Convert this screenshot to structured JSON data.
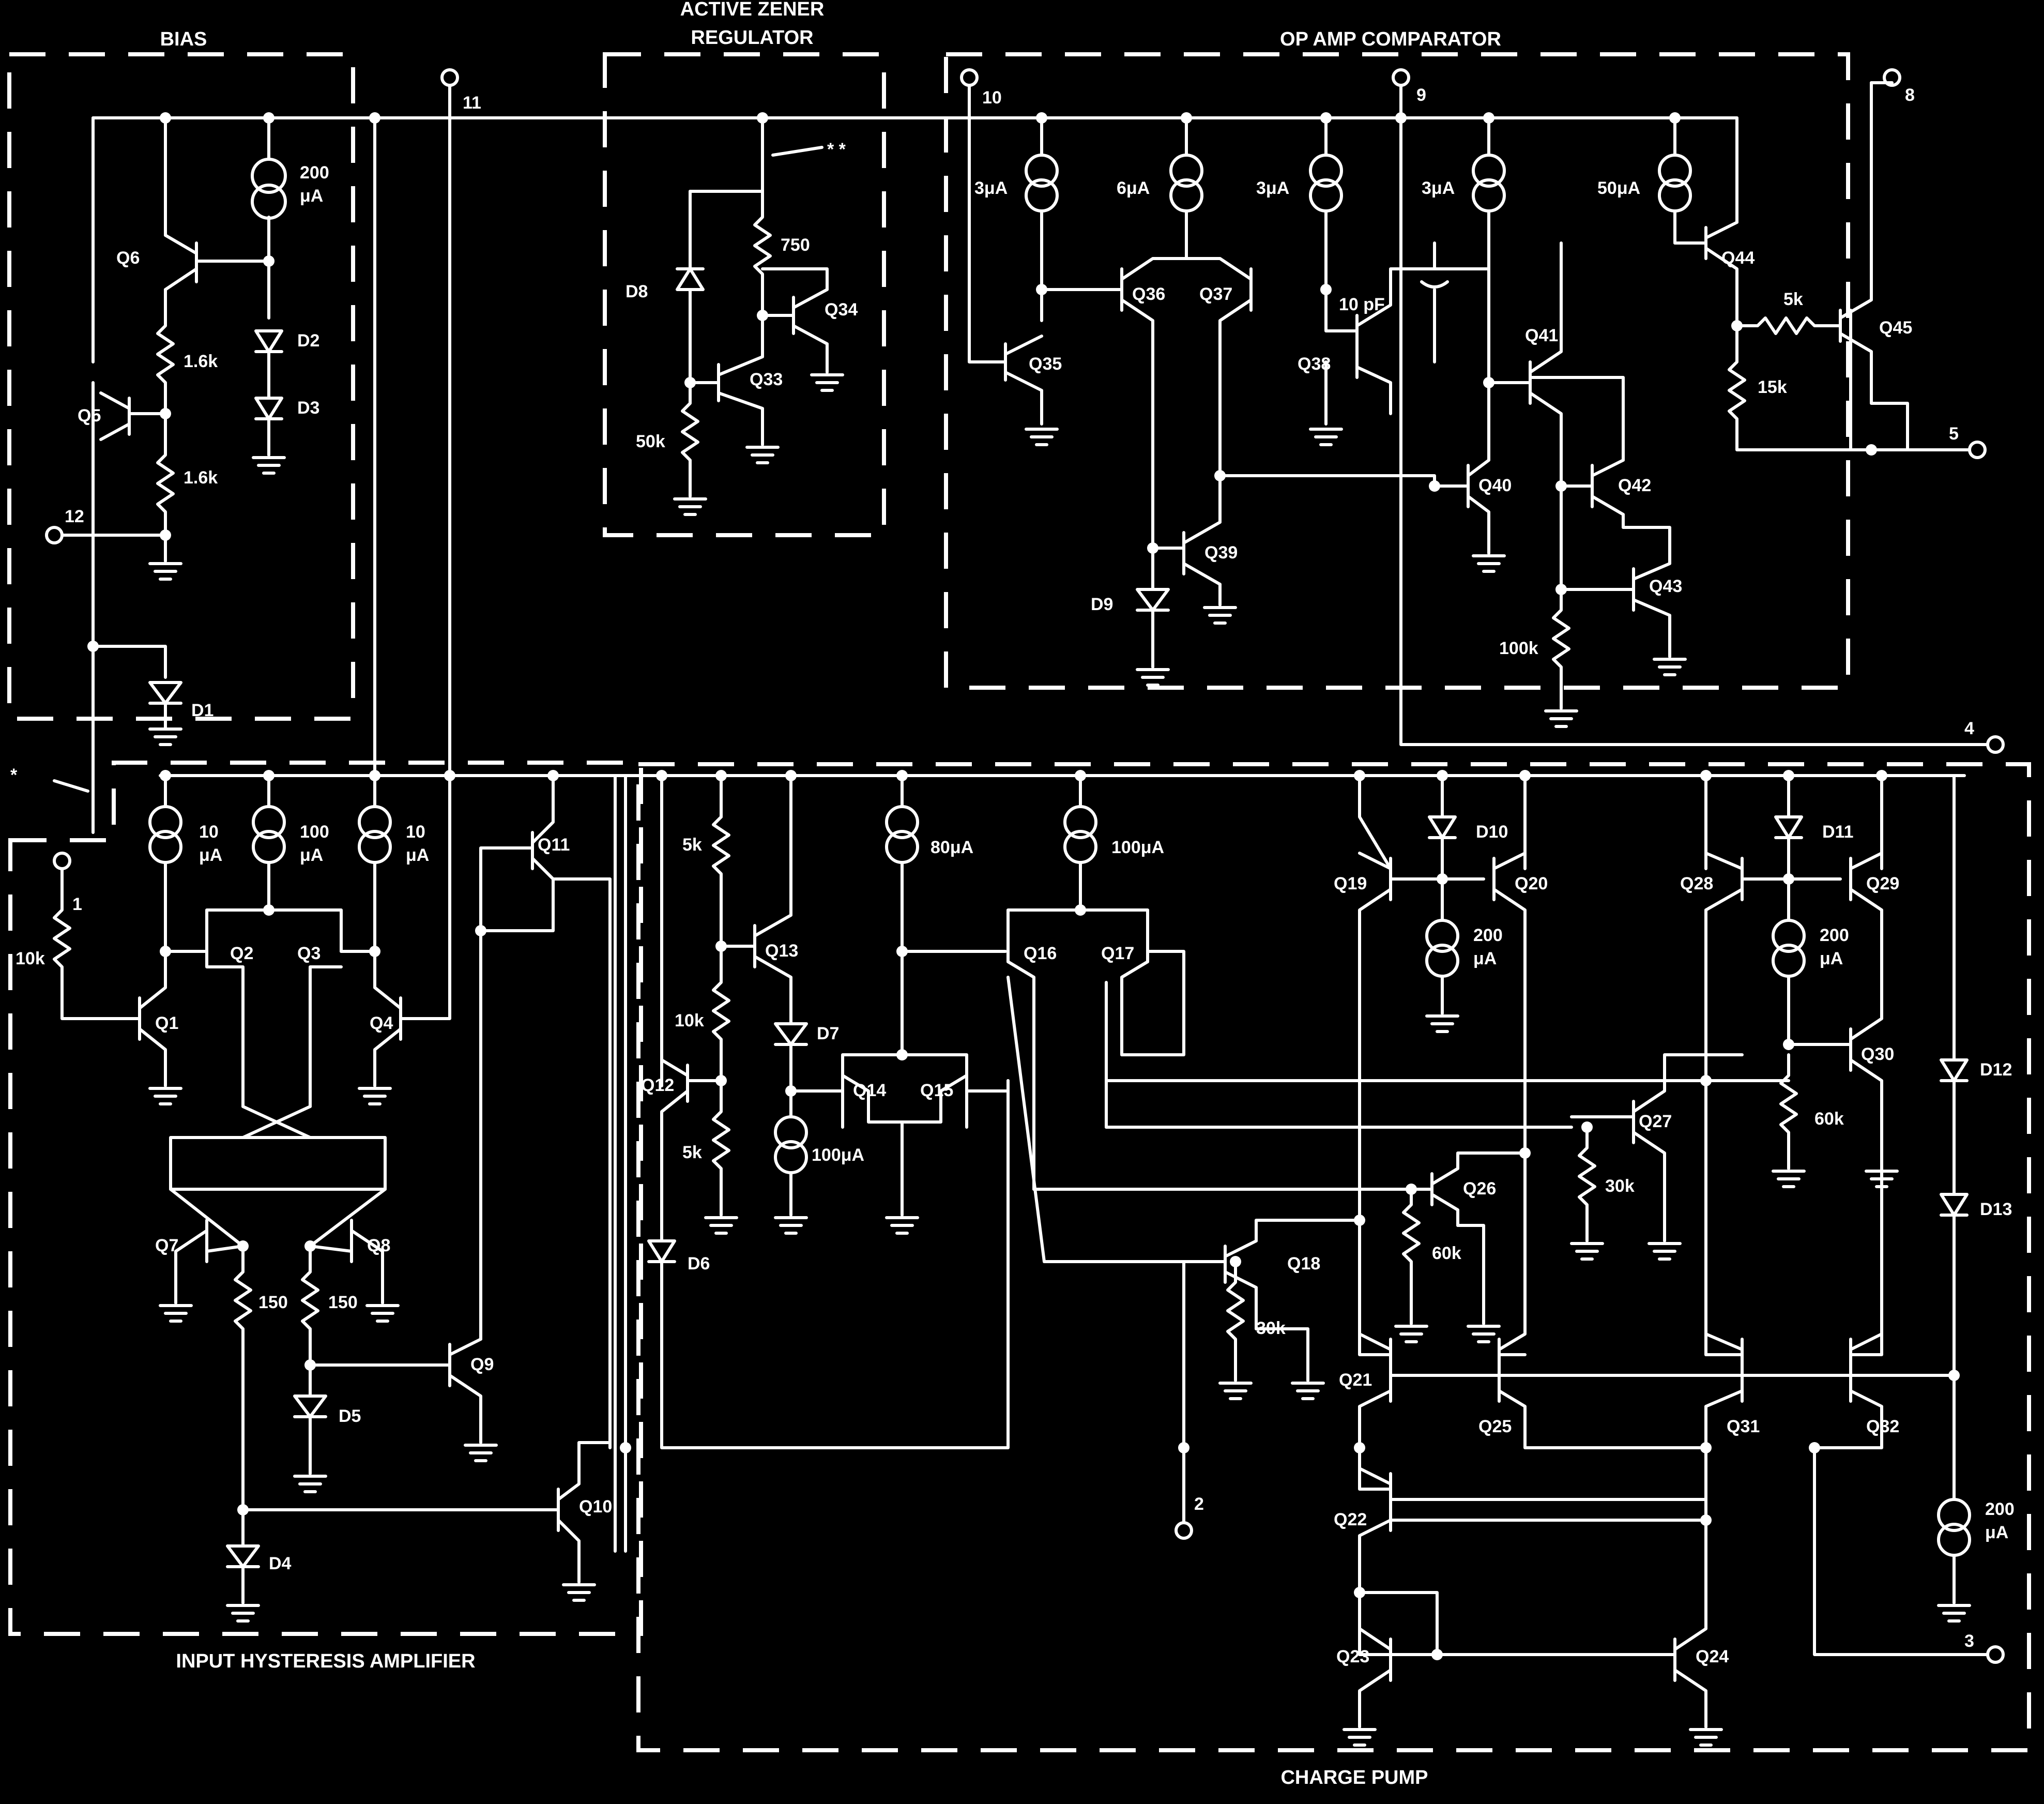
{
  "sections": {
    "bias": "BIAS",
    "zener_line1": "ACTIVE ZENER",
    "zener_line2": "REGULATOR",
    "opamp": "OP AMP COMPARATOR",
    "input": "INPUT HYSTERESIS AMPLIFIER",
    "charge_pump": "CHARGE PUMP"
  },
  "pins": {
    "p1": "1",
    "p2": "2",
    "p3": "3",
    "p4": "4",
    "p5": "5",
    "p8": "8",
    "p9": "9",
    "p10": "10",
    "p11": "11",
    "p12": "12"
  },
  "transistors": {
    "q1": "Q1",
    "q2": "Q2",
    "q3": "Q3",
    "q4": "Q4",
    "q5": "Q5",
    "q6": "Q6",
    "q7": "Q7",
    "q8": "Q8",
    "q9": "Q9",
    "q10": "Q10",
    "q11": "Q11",
    "q12": "Q12",
    "q13": "Q13",
    "q14": "Q14",
    "q15": "Q15",
    "q16": "Q16",
    "q17": "Q17",
    "q18": "Q18",
    "q19": "Q19",
    "q20": "Q20",
    "q21": "Q21",
    "q22": "Q22",
    "q23": "Q23",
    "q24": "Q24",
    "q25": "Q25",
    "q26": "Q26",
    "q27": "Q27",
    "q28": "Q28",
    "q29": "Q29",
    "q30": "Q30",
    "q31": "Q31",
    "q32": "Q32",
    "q33": "Q33",
    "q34": "Q34",
    "q35": "Q35",
    "q36": "Q36",
    "q37": "Q37",
    "q38": "Q38",
    "q39": "Q39",
    "q40": "Q40",
    "q41": "Q41",
    "q42": "Q42",
    "q43": "Q43",
    "q44": "Q44",
    "q45": "Q45"
  },
  "diodes": {
    "d1": "D1",
    "d2": "D2",
    "d3": "D3",
    "d4": "D4",
    "d5": "D5",
    "d6": "D6",
    "d7": "D7",
    "d8": "D8",
    "d9": "D9",
    "d10": "D10",
    "d11": "D11",
    "d12": "D12",
    "d13": "D13"
  },
  "resistors": {
    "r_bias1": "1.6k",
    "r_bias2": "1.6k",
    "r_zener_750": "750",
    "r_zener_50k": "50k",
    "r_q45_5k": "5k",
    "r_q45_15k": "15k",
    "r_q43_100k": "100k",
    "r_in_10k": "10k",
    "r_q7_150": "150",
    "r_q8_150": "150",
    "r_q13_5k": "5k",
    "r_q12_10k": "10k",
    "r_q12_5k": "5k",
    "r_q18_30k": "30k",
    "r_q26_60k": "60k",
    "r_q27_30k": "30k",
    "r_q30_60k": "60k"
  },
  "capacitors": {
    "c_comp": "10 pF"
  },
  "current_sources": {
    "cs_bias": [
      "200",
      "μA"
    ],
    "cs_3ua_a": "3μA",
    "cs_6ua": "6μA",
    "cs_3ua_b": "3μA",
    "cs_3ua_c": "3μA",
    "cs_50ua": "50μA",
    "cs_in_a": [
      "10",
      "μA"
    ],
    "cs_in_b": [
      "100",
      "μA"
    ],
    "cs_in_c": [
      "10",
      "μA"
    ],
    "cs_80ua": "80μA",
    "cs_100ua_a": "100μA",
    "cs_100ua_b": "100μA",
    "cs_q19": [
      "200",
      "μA"
    ],
    "cs_q28": [
      "200",
      "μA"
    ],
    "cs_pin3": [
      "200",
      "μA"
    ]
  },
  "notes": {
    "star": "*",
    "double_star": "* *"
  }
}
